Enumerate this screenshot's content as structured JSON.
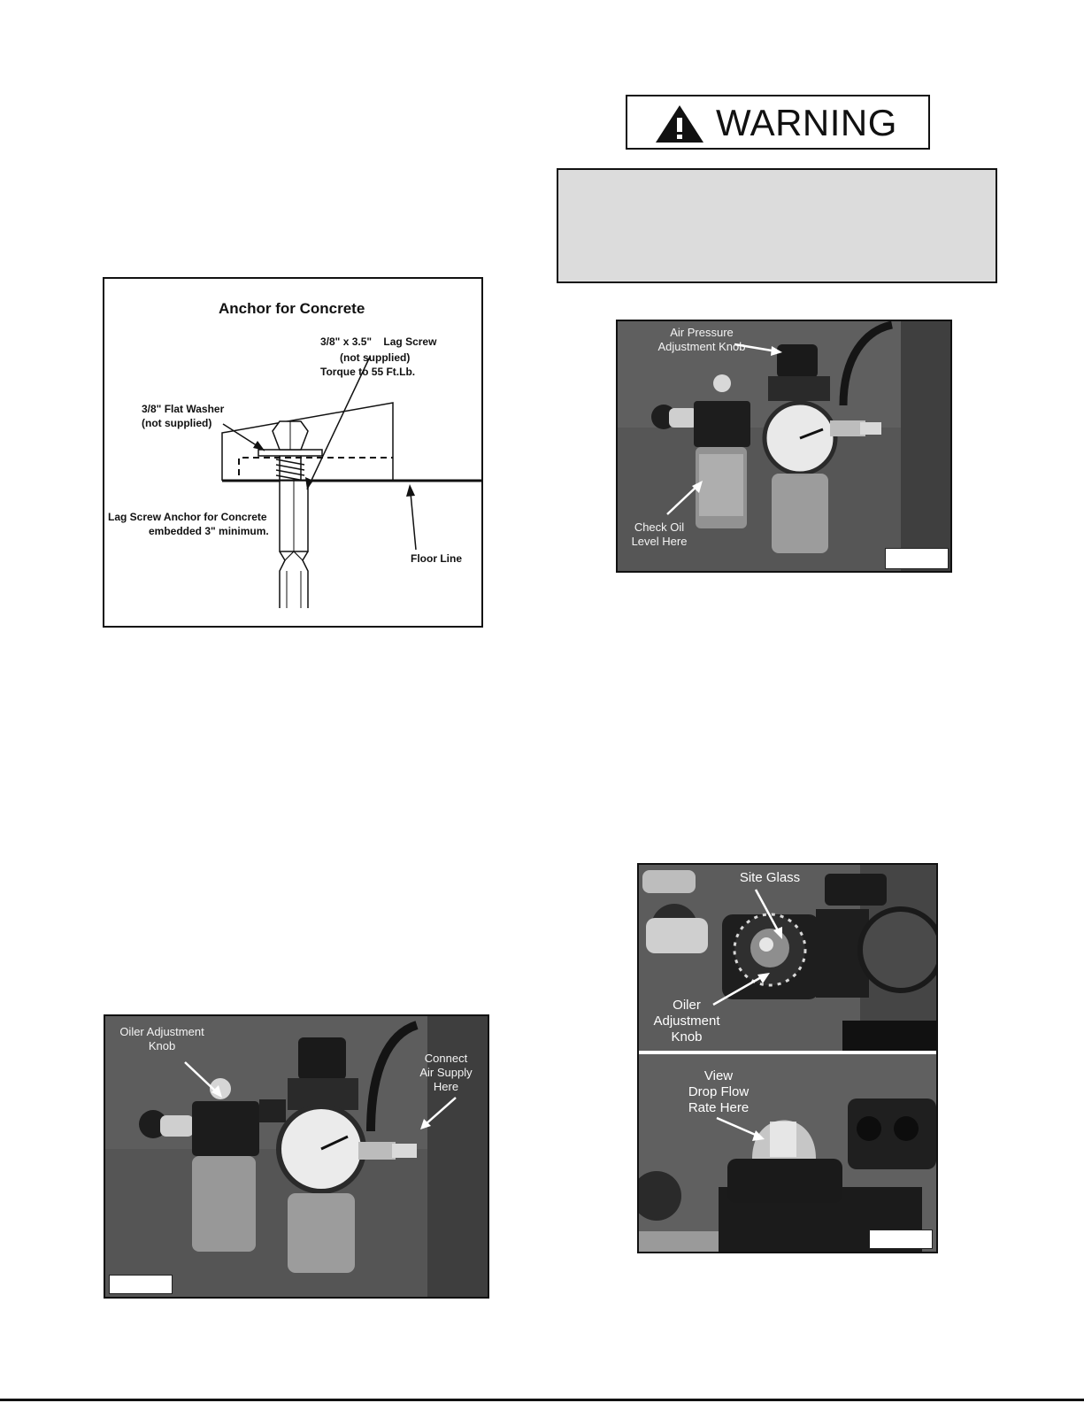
{
  "warning": {
    "label": "WARNING",
    "body_text": ""
  },
  "figure_anchor": {
    "title": "Anchor for Concrete",
    "lag_screw_label": "3/8\" x 3.5\"    Lag Screw",
    "not_supplied_1": "(not supplied)",
    "torque_label": "Torque to 55 Ft.Lb.",
    "washer_label": "3/8\" Flat Washer",
    "not_supplied_2": "(not supplied)",
    "anchor_label": "Lag Screw Anchor for Concrete",
    "embedded_label": "embedded  3\" minimum.",
    "floor_label": "Floor Line"
  },
  "photo_regulator": {
    "label_knob": "Air Pressure\nAdjustment Knob",
    "label_oil": "Check Oil\nLevel Here"
  },
  "photo_oiler": {
    "label_oiler_knob": "Oiler Adjustment\nKnob",
    "label_connect": "Connect\nAir Supply\nHere"
  },
  "photo_siteglass": {
    "label_site_glass": "Site Glass",
    "label_oiler_knob": "Oiler\nAdjustment\nKnob",
    "label_drop_flow": "View\nDrop Flow\nRate Here"
  },
  "colors": {
    "warning_box_bg": "#dcdcdc",
    "photo_gray": "#5e5e5e"
  }
}
